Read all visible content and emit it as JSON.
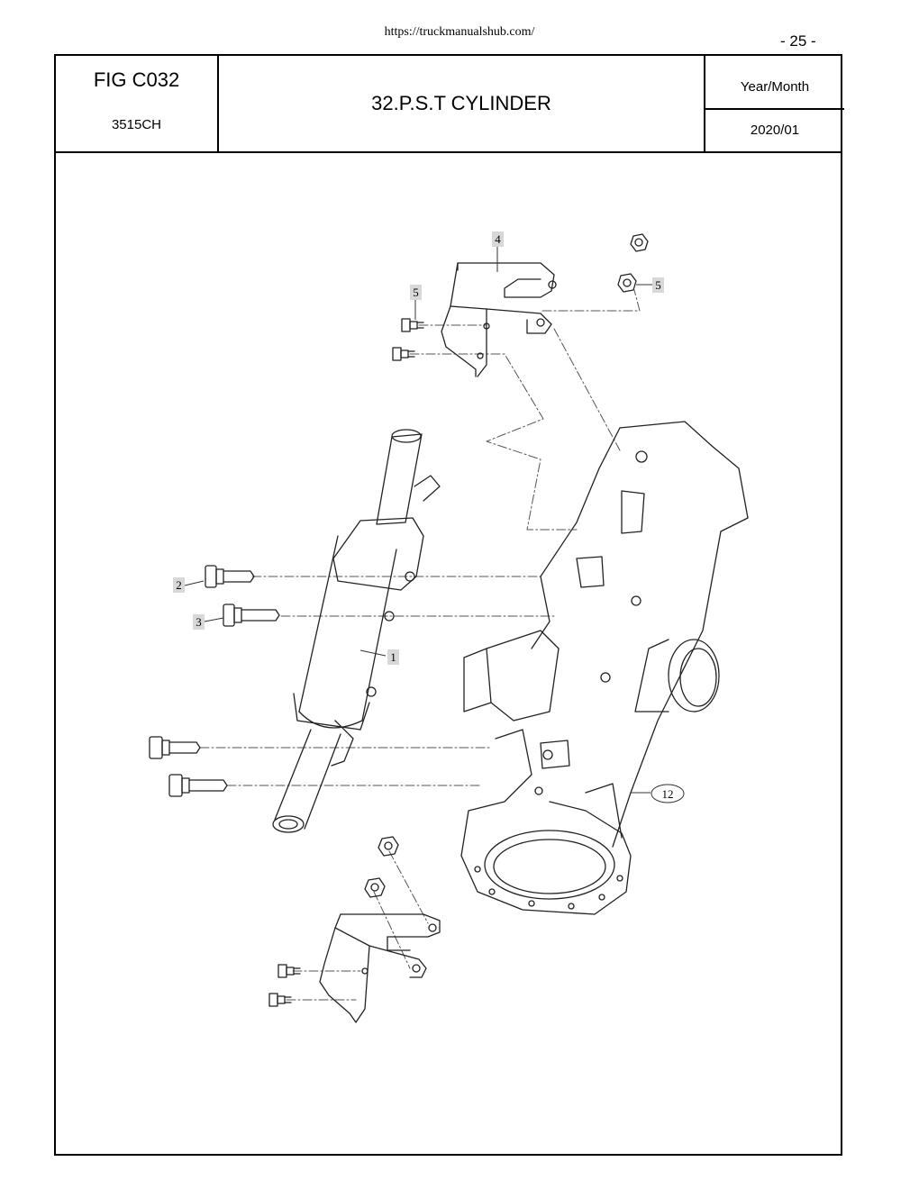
{
  "header": {
    "url": "https://truckmanualshub.com/",
    "page_number": "- 25 -"
  },
  "title_block": {
    "fig_code": "FIG C032",
    "model": "3515CH",
    "title": "32.P.S.T CYLINDER",
    "year_month_label": "Year/Month",
    "year_month_value": "2020/01"
  },
  "callouts": {
    "c1": "1",
    "c2": "2",
    "c3": "3",
    "c4": "4",
    "c5a": "5",
    "c5b": "5",
    "c12": "12"
  }
}
